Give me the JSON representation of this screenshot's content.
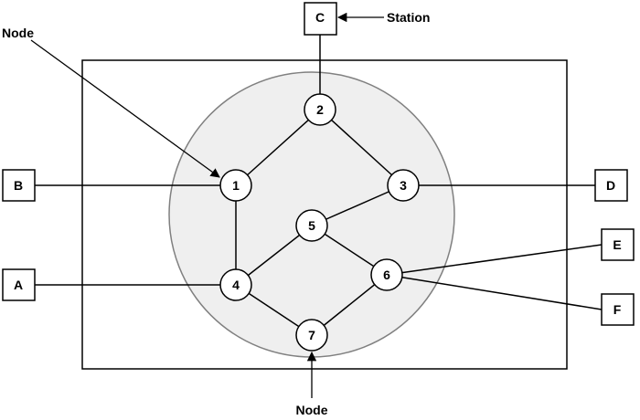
{
  "network": {
    "nodes": [
      "1",
      "2",
      "3",
      "4",
      "5",
      "6",
      "7"
    ],
    "stations": [
      "A",
      "B",
      "C",
      "D",
      "E",
      "F"
    ],
    "links": [
      [
        "2",
        "1"
      ],
      [
        "2",
        "3"
      ],
      [
        "1",
        "4"
      ],
      [
        "3",
        "5"
      ],
      [
        "4",
        "5"
      ],
      [
        "5",
        "6"
      ],
      [
        "4",
        "7"
      ],
      [
        "7",
        "6"
      ]
    ],
    "station_links": [
      [
        "C",
        "2"
      ],
      [
        "B",
        "1"
      ],
      [
        "D",
        "3"
      ],
      [
        "A",
        "4"
      ],
      [
        "E",
        "6"
      ],
      [
        "F",
        "6"
      ]
    ]
  },
  "callouts": {
    "station_label": "Station",
    "node_label_top": "Node",
    "node_label_bottom": "Node"
  },
  "colors": {
    "stroke": "#000000",
    "cloud_fill": "#efefef",
    "cloud_stroke": "#808080",
    "node_fill": "#ffffff"
  }
}
